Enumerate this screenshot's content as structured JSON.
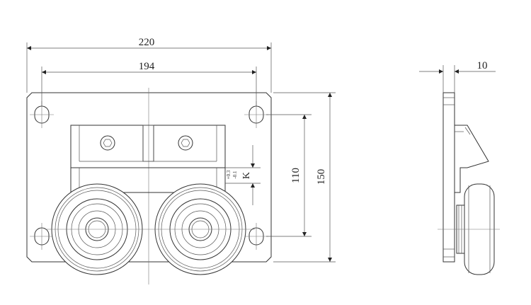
{
  "dimensions": {
    "overall_width": "220",
    "hole_spacing_width": "194",
    "plate_thickness": "10",
    "hole_spacing_height": "110",
    "overall_height": "150",
    "k_label": "K",
    "k_tol_upper": "+0.3",
    "k_tol_lower": "-0.1"
  }
}
